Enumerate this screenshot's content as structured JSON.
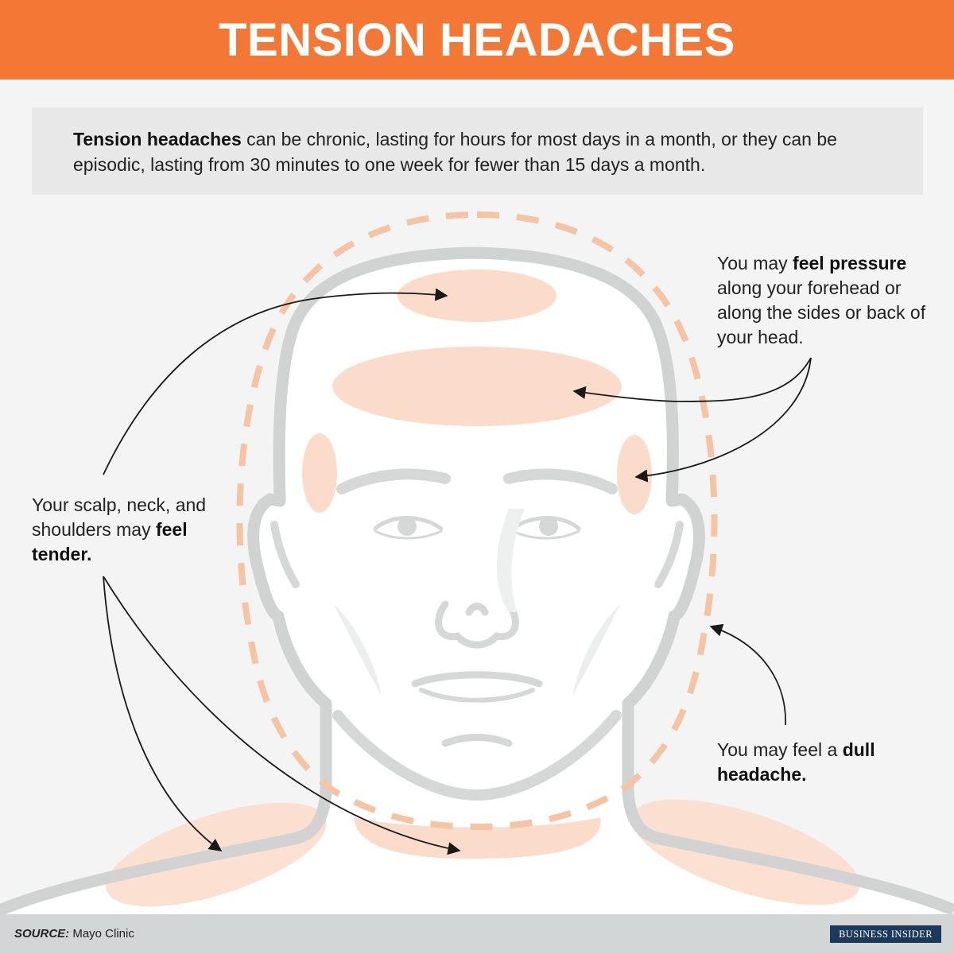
{
  "header": {
    "title": "TENSION HEADACHES"
  },
  "intro": {
    "bold": "Tension headaches",
    "text": " can be chronic, lasting for hours for most days in a month, or they can be episodic, lasting from 30 minutes to one week for fewer than 15 days a month."
  },
  "callouts": {
    "pressure": {
      "before": "You may ",
      "bold": "feel pressure",
      "after": " along your forehead or along the sides or back of your head."
    },
    "tender": {
      "before": "Your scalp, neck, and shoulders may ",
      "bold": "feel tender."
    },
    "dull": {
      "before": "You may feel a ",
      "bold": "dull headache."
    }
  },
  "footer": {
    "source_label": "SOURCE:",
    "source": " Mayo Clinic",
    "brand": "BUSINESS INSIDER"
  },
  "colors": {
    "header": "#f47835",
    "highlight": "#fbdccb",
    "dashed_outline": "#f4c4a4",
    "head_outline": "#cfd1d1",
    "brand": "#1b3a5b"
  }
}
